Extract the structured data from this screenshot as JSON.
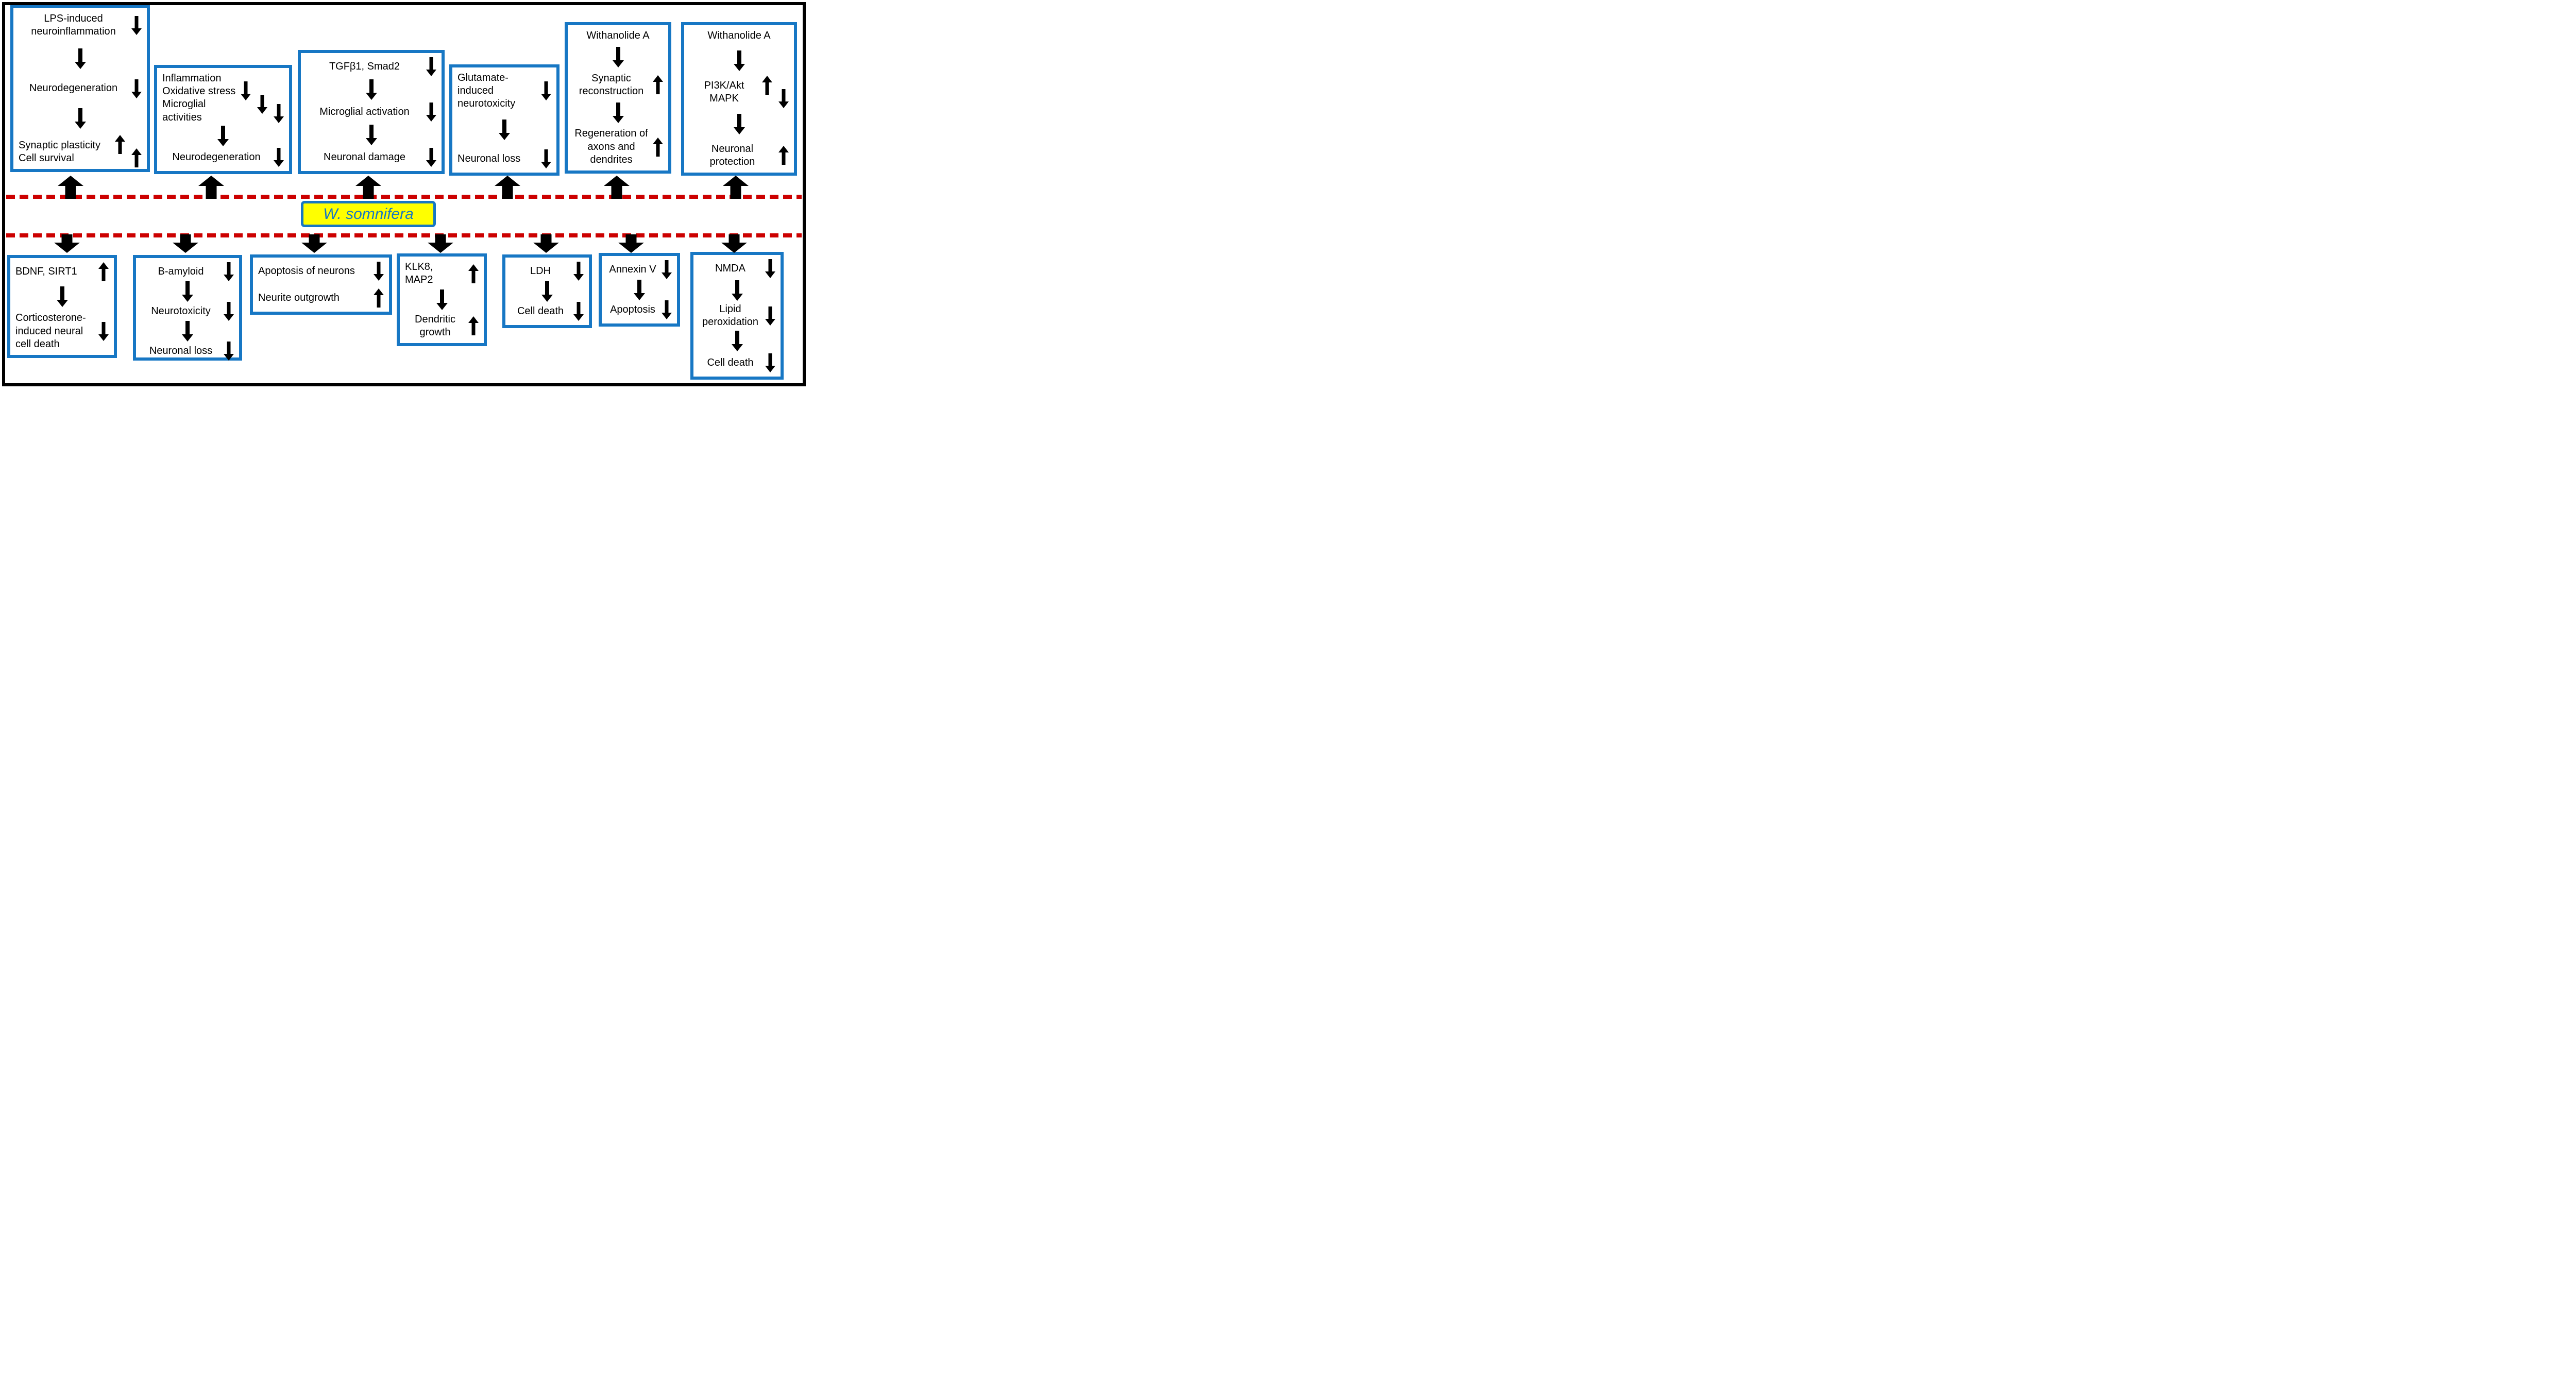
{
  "palette": {
    "box_border_blue": "#1777c4",
    "dash_red": "#cc0000",
    "label_yellow": "#ffff00",
    "label_text_blue": "#1777c4",
    "arrow_black": "#000000",
    "frame_black": "#000000",
    "background": "#ffffff"
  },
  "center_label": {
    "text": "W. somnifera"
  },
  "band": {
    "up_arrows": 6,
    "down_arrows": 7
  },
  "top_boxes": [
    {
      "id": "lps",
      "rows": [
        {
          "type": "text",
          "text": "LPS-induced\nneuroinflammation",
          "align": "c",
          "arrows": [
            "down"
          ]
        },
        {
          "type": "flow",
          "dir": "down"
        },
        {
          "type": "text",
          "text": "Neurodegeneration",
          "align": "c",
          "arrows": [
            "down"
          ]
        },
        {
          "type": "flow",
          "dir": "down"
        },
        {
          "type": "text",
          "text": "Synaptic plasticity\nCell survival",
          "align": "l",
          "arrows": [
            "up",
            "up"
          ]
        }
      ]
    },
    {
      "id": "inflammation",
      "rows": [
        {
          "type": "text",
          "text": "Inflammation\nOxidative stress\nMicroglial activities",
          "align": "l",
          "arrows": [
            "down",
            "down",
            "down"
          ]
        },
        {
          "type": "flow",
          "dir": "down"
        },
        {
          "type": "text",
          "text": "Neurodegeneration",
          "align": "c",
          "arrows": [
            "down"
          ]
        }
      ]
    },
    {
      "id": "tgfb1-smad2",
      "rows": [
        {
          "type": "text",
          "text": "TGFβ1, Smad2",
          "align": "c",
          "arrows": [
            "down"
          ]
        },
        {
          "type": "flow",
          "dir": "down"
        },
        {
          "type": "text",
          "text": "Microglial activation",
          "align": "c",
          "arrows": [
            "down"
          ]
        },
        {
          "type": "flow",
          "dir": "down"
        },
        {
          "type": "text",
          "text": "Neuronal damage",
          "align": "c",
          "arrows": [
            "down"
          ]
        }
      ]
    },
    {
      "id": "glutamate",
      "rows": [
        {
          "type": "text",
          "text": "Glutamate-\ninduced\nneurotoxicity",
          "align": "l",
          "arrows": [
            "down"
          ]
        },
        {
          "type": "flow",
          "dir": "down"
        },
        {
          "type": "text",
          "text": "Neuronal loss",
          "align": "l",
          "arrows": [
            "down"
          ]
        }
      ]
    },
    {
      "id": "withanolide-a-synaptic",
      "rows": [
        {
          "type": "text",
          "text": "Withanolide A",
          "align": "c",
          "arrows": []
        },
        {
          "type": "flow",
          "dir": "down"
        },
        {
          "type": "text",
          "text": "Synaptic\nreconstruction",
          "align": "c",
          "arrows": [
            "up"
          ]
        },
        {
          "type": "flow",
          "dir": "down"
        },
        {
          "type": "text",
          "text": "Regeneration of\naxons and\ndendrites",
          "align": "c",
          "arrows": [
            "up"
          ]
        }
      ]
    },
    {
      "id": "withanolide-a-pi3k",
      "rows": [
        {
          "type": "text",
          "text": "Withanolide A",
          "align": "c",
          "arrows": []
        },
        {
          "type": "flow",
          "dir": "down"
        },
        {
          "type": "text",
          "text": "PI3K/Akt\nMAPK",
          "align": "c",
          "arrows": [
            "up",
            "down"
          ]
        },
        {
          "type": "flow",
          "dir": "down"
        },
        {
          "type": "text",
          "text": "Neuronal\nprotection",
          "align": "c",
          "arrows": [
            "up"
          ]
        }
      ]
    }
  ],
  "bottom_boxes": [
    {
      "id": "bdnf-sirt1",
      "rows": [
        {
          "type": "text",
          "text": "BDNF, SIRT1",
          "align": "l",
          "arrows": [
            "up"
          ]
        },
        {
          "type": "flow",
          "dir": "down"
        },
        {
          "type": "text",
          "text": "Corticosterone-\ninduced neural\ncell death",
          "align": "l",
          "arrows": [
            "down"
          ]
        }
      ]
    },
    {
      "id": "b-amyloid",
      "rows": [
        {
          "type": "text",
          "text": "B-amyloid",
          "align": "c",
          "arrows": [
            "down"
          ]
        },
        {
          "type": "flow",
          "dir": "down"
        },
        {
          "type": "text",
          "text": "Neurotoxicity",
          "align": "c",
          "arrows": [
            "down"
          ]
        },
        {
          "type": "flow",
          "dir": "down"
        },
        {
          "type": "text",
          "text": "Neuronal loss",
          "align": "c",
          "arrows": [
            "down"
          ]
        }
      ]
    },
    {
      "id": "apoptosis-neurite",
      "rows": [
        {
          "type": "text",
          "text": "Apoptosis of neurons",
          "align": "l",
          "arrows": [
            "down"
          ]
        },
        {
          "type": "text",
          "text": "Neurite outgrowth",
          "align": "l",
          "arrows": [
            "up"
          ]
        }
      ]
    },
    {
      "id": "klk8-map2",
      "rows": [
        {
          "type": "text",
          "text": "KLK8,\nMAP2",
          "align": "l",
          "arrows": [
            "up"
          ]
        },
        {
          "type": "flow",
          "dir": "down"
        },
        {
          "type": "text",
          "text": "Dendritic\ngrowth",
          "align": "c",
          "arrows": [
            "up"
          ]
        }
      ]
    },
    {
      "id": "ldh",
      "rows": [
        {
          "type": "text",
          "text": "LDH",
          "align": "c",
          "arrows": [
            "down"
          ]
        },
        {
          "type": "flow",
          "dir": "down"
        },
        {
          "type": "text",
          "text": "Cell death",
          "align": "c",
          "arrows": [
            "down"
          ]
        }
      ]
    },
    {
      "id": "annexin-v",
      "rows": [
        {
          "type": "text",
          "text": "Annexin V",
          "align": "c",
          "arrows": [
            "down"
          ]
        },
        {
          "type": "flow",
          "dir": "down"
        },
        {
          "type": "text",
          "text": "Apoptosis",
          "align": "c",
          "arrows": [
            "down"
          ]
        }
      ]
    },
    {
      "id": "nmda",
      "rows": [
        {
          "type": "text",
          "text": "NMDA",
          "align": "c",
          "arrows": [
            "down"
          ]
        },
        {
          "type": "flow",
          "dir": "down"
        },
        {
          "type": "text",
          "text": "Lipid\nperoxidation",
          "align": "c",
          "arrows": [
            "down"
          ]
        },
        {
          "type": "flow",
          "dir": "down"
        },
        {
          "type": "text",
          "text": "Cell death",
          "align": "c",
          "arrows": [
            "down"
          ]
        }
      ]
    }
  ]
}
